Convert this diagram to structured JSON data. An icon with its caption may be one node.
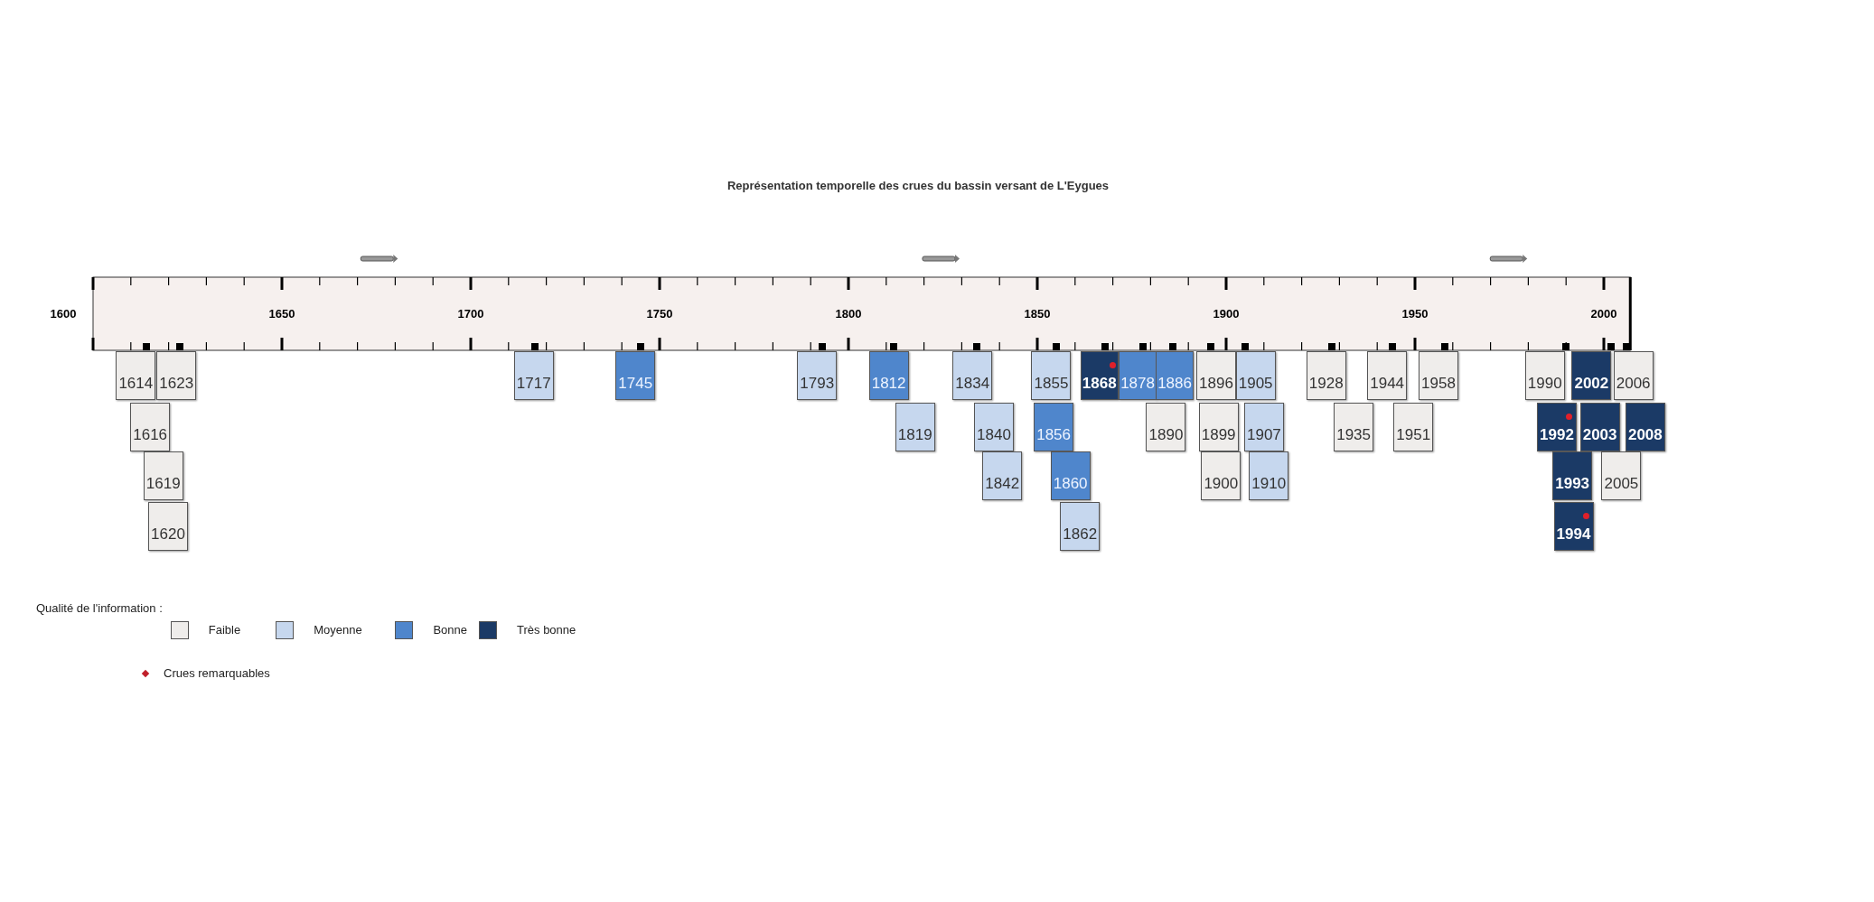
{
  "diagram": {
    "title": "Représentation temporelle  des crues du bassin versant de L'Eygues",
    "nodes": [
      {
        "text": [
          "1614"
        ]
      },
      {
        "text": [
          "1623"
        ]
      },
      {
        "text": [
          "1717"
        ]
      },
      {
        "text": [
          "1745"
        ]
      },
      {
        "text": [
          "1793"
        ]
      },
      {
        "text": [
          "1812"
        ]
      },
      {
        "text": [
          "1834"
        ]
      },
      {
        "text": [
          "1855"
        ]
      },
      {
        "text": [
          "1868"
        ]
      },
      {
        "text": [
          "1878"
        ]
      },
      {
        "text": [
          "1886"
        ]
      },
      {
        "text": [
          "1896"
        ]
      },
      {
        "text": [
          "1905"
        ]
      },
      {
        "text": [
          "1928"
        ]
      },
      {
        "text": [
          "1944"
        ]
      },
      {
        "text": [
          "1958"
        ]
      },
      {
        "text": [
          "1990"
        ]
      },
      {
        "text": [
          "2002"
        ]
      },
      {
        "text": [
          "2006"
        ]
      },
      {
        "text": [
          "1616"
        ]
      },
      {
        "text": [
          "1819"
        ]
      },
      {
        "text": [
          "1840"
        ]
      },
      {
        "text": [
          "1856"
        ]
      },
      {
        "text": [
          "1890"
        ]
      },
      {
        "text": [
          "1899"
        ]
      },
      {
        "text": [
          "1907"
        ]
      },
      {
        "text": [
          "1935"
        ]
      },
      {
        "text": [
          "1951"
        ]
      },
      {
        "text": [
          "1992"
        ]
      },
      {
        "text": [
          "2003"
        ]
      },
      {
        "text": [
          "2008"
        ]
      },
      {
        "text": [
          "1619"
        ]
      },
      {
        "text": [
          "1842"
        ]
      },
      {
        "text": [
          "1860"
        ]
      },
      {
        "text": [
          "1900"
        ]
      },
      {
        "text": [
          "1910"
        ]
      },
      {
        "text": [
          "1993"
        ]
      },
      {
        "text": [
          "2005"
        ]
      },
      {
        "text": [
          "1620"
        ]
      },
      {
        "text": [
          "1862"
        ]
      },
      {
        "text": [
          "1994"
        ]
      }
    ],
    "labels": [
      "1600",
      "1650",
      "1700",
      "1750",
      "1800",
      "1850",
      "1900",
      "1950",
      "2000",
      "Qualité de l'information :"
    ],
    "legend": [
      {
        "text": "Faible",
        "color": "#efedeb"
      },
      {
        "text": "Moyenne",
        "color": "#c6d7ee"
      },
      {
        "text": "Bonne",
        "color": "#4f86cc"
      },
      {
        "text": "Très bonne",
        "color": "#1b3a66"
      },
      {
        "text": "Crues remarquables"
      }
    ]
  }
}
